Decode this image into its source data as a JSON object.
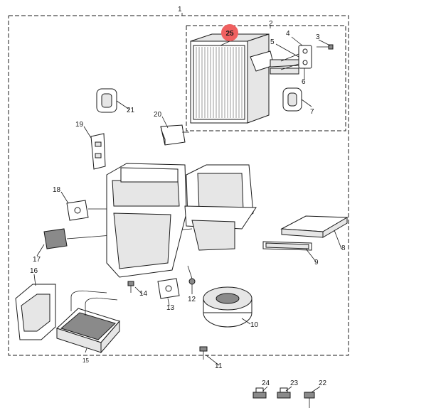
{
  "diagram": {
    "title": "",
    "callouts": {
      "c1": "1",
      "c2": "2",
      "c3": "3",
      "c4": "4",
      "c5": "5",
      "c6": "6",
      "c7": "7",
      "c8": "8",
      "c9": "9",
      "c10": "10",
      "c11": "11",
      "c12": "12",
      "c13": "13",
      "c14": "14",
      "c15": "15",
      "c16": "16",
      "c17": "17",
      "c18": "18",
      "c19": "19",
      "c20": "20",
      "c21": "21",
      "c22": "22",
      "c23": "23",
      "c24": "24",
      "c25": "25"
    },
    "highlight_color": "#ef6060"
  }
}
